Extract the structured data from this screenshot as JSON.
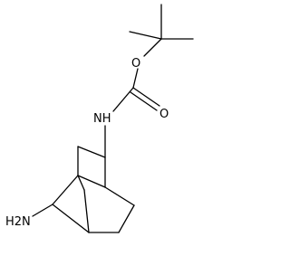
{
  "molecule": {
    "atoms": {
      "oxygen_ester": "O",
      "oxygen_carbonyl": "O",
      "nitrogen_carbamate": "NH",
      "nitrogen_amine": "H2N"
    }
  }
}
